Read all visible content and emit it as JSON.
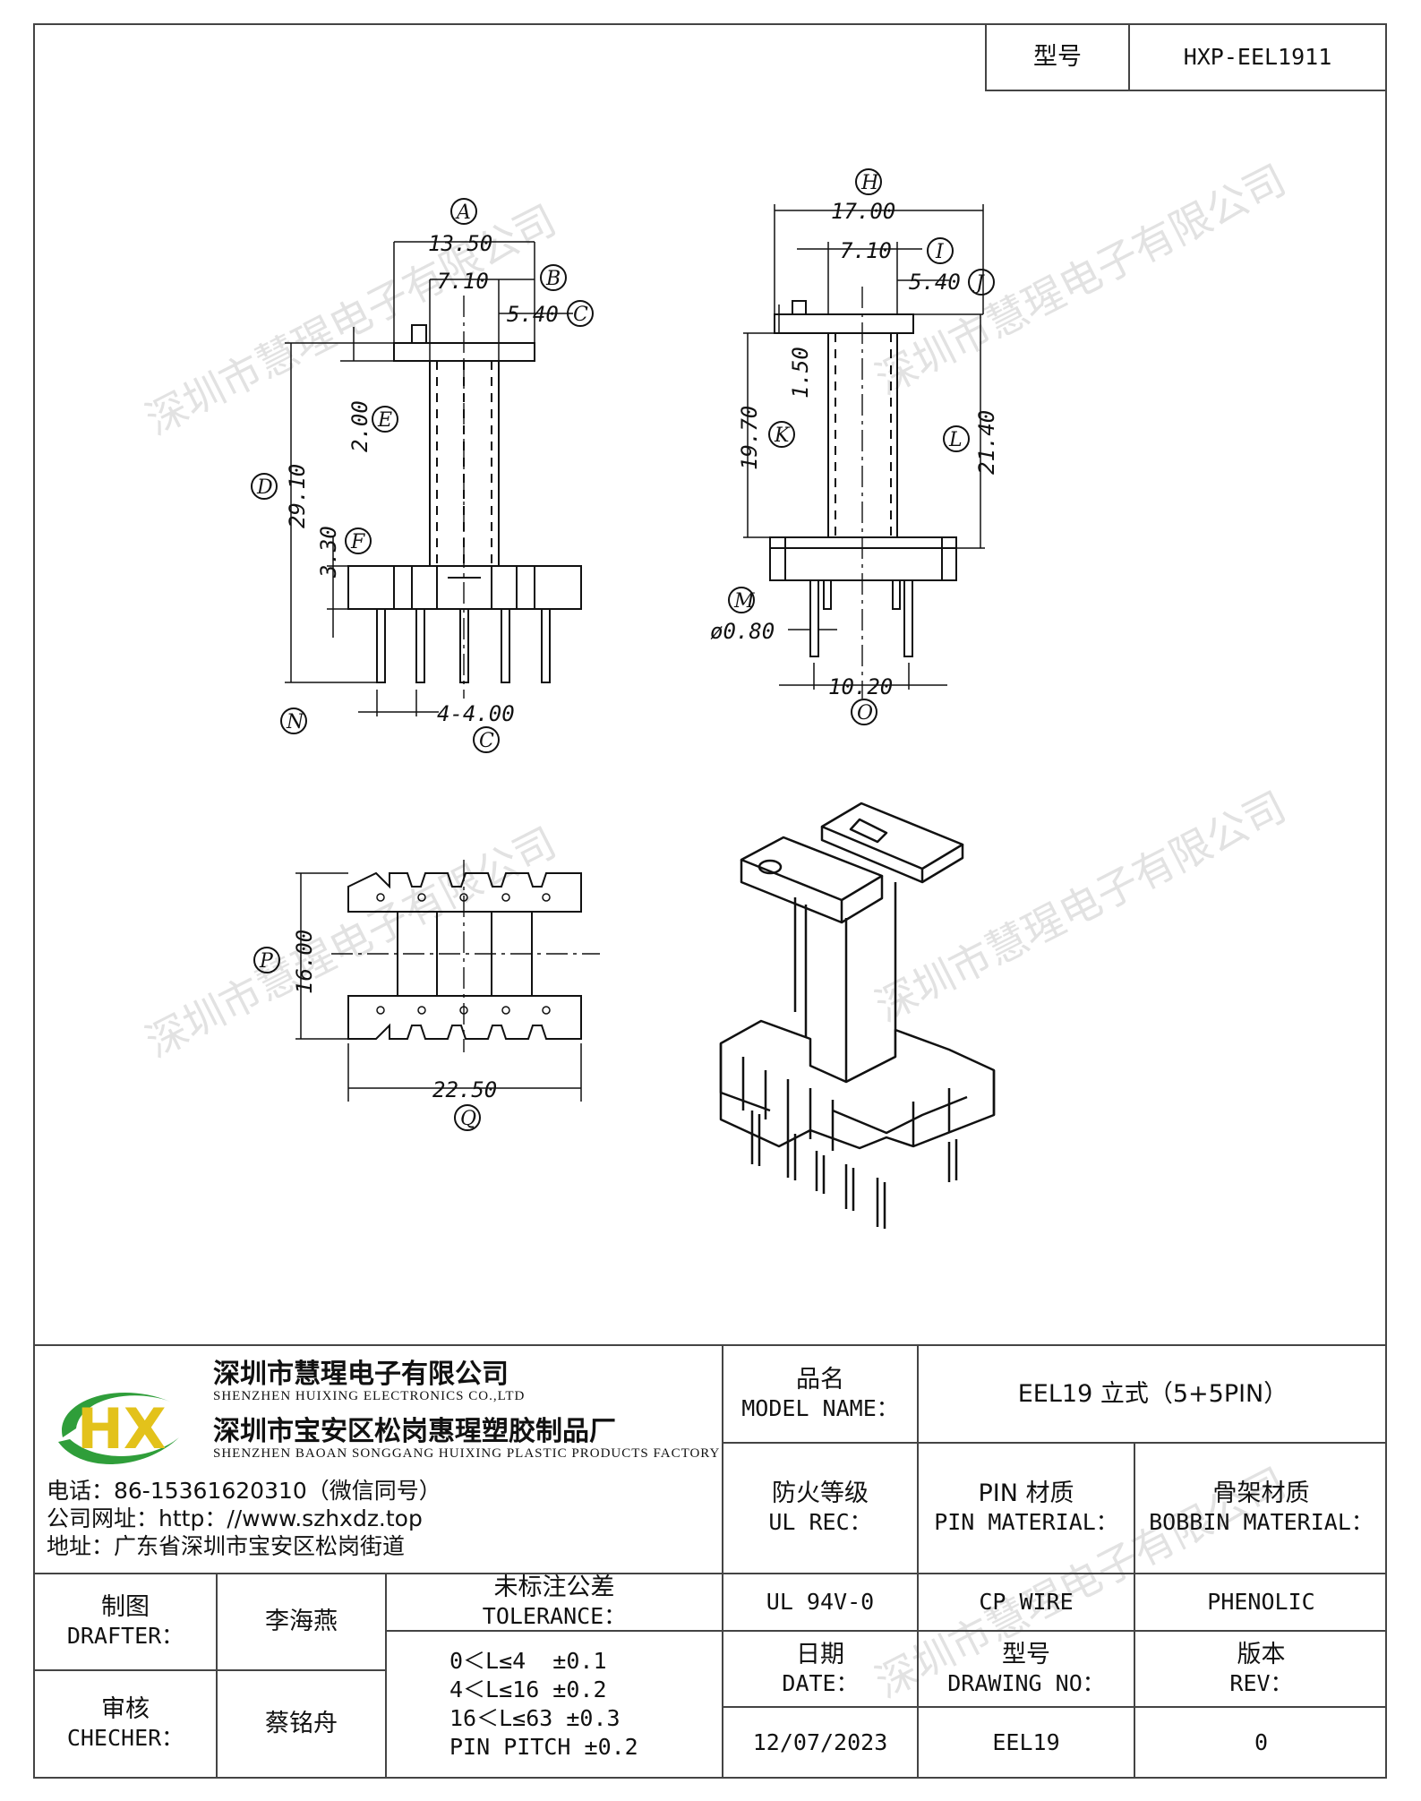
{
  "header": {
    "model_label": "型号",
    "model_value": "HXP-EEL1911"
  },
  "drawing": {
    "dims": {
      "A": "13.50",
      "B": "7.10",
      "C_top": "5.40",
      "D": "29.10",
      "E": "2.00",
      "F": "3.30",
      "C_bottom": "4-4.00",
      "H": "17.00",
      "I": "7.10",
      "J": "5.40",
      "K": "19.70",
      "L": "21.40",
      "M": "ø0.80",
      "O": "10.20",
      "P": "16.00",
      "Q": "22.50",
      "side_pin": "1.50"
    },
    "letters": {
      "A": "A",
      "B": "B",
      "C": "C",
      "D": "D",
      "E": "E",
      "F": "F",
      "N": "N",
      "H": "H",
      "I": "I",
      "J": "J",
      "K": "K",
      "L": "L",
      "M": "M",
      "O": "O",
      "P": "P",
      "Q": "Q"
    }
  },
  "watermark": "深圳市慧瑆电子有限公司",
  "company": {
    "logo_letters": "HX",
    "name_cn": "深圳市慧瑆电子有限公司",
    "name_en": "SHENZHEN HUIXING ELECTRONICS CO.,LTD",
    "factory_cn": "深圳市宝安区松岗惠瑆塑胶制品厂",
    "factory_en": "SHENZHEN BAOAN SONGGANG HUIXING PLASTIC PRODUCTS FACTORY",
    "phone": "电话：86-15361620310（微信同号）",
    "website": "公司网址：http：//www.szhxdz.top",
    "address": "地址：广东省深圳市宝安区松岗街道"
  },
  "title_block": {
    "model_name_cn": "品名",
    "model_name_en": "MODEL NAME：",
    "model_name_value": "EEL19 立式（5+5PIN）",
    "fire_cn": "防火等级",
    "fire_en": "UL REC：",
    "pin_cn": "PIN 材质",
    "pin_en": "PIN MATERIAL：",
    "bobbin_cn": "骨架材质",
    "bobbin_en": "BOBBIN MATERIAL：",
    "fire_value": "UL 94V-0",
    "pin_value": "CP WIRE",
    "bobbin_value": "PHENOLIC",
    "drafter_cn": "制图",
    "drafter_en": "DRAFTER：",
    "drafter_name": "李海燕",
    "checker_cn": "审核",
    "checker_en": "CHECHER：",
    "checker_name": "蔡铭舟",
    "tol_cn": "未标注公差",
    "tol_en": "TOLERANCE：",
    "tol_lines": [
      "0＜L≤4  ±0.1",
      "4＜L≤16 ±0.2",
      "16＜L≤63 ±0.3",
      "PIN PITCH ±0.2"
    ],
    "date_cn": "日期",
    "date_en": "DATE：",
    "date_value": "12/07/2023",
    "dwg_cn": "型号",
    "dwg_en": "DRAWING NO：",
    "dwg_value": "EEL19",
    "rev_cn": "版本",
    "rev_en": "REV：",
    "rev_value": "0"
  }
}
